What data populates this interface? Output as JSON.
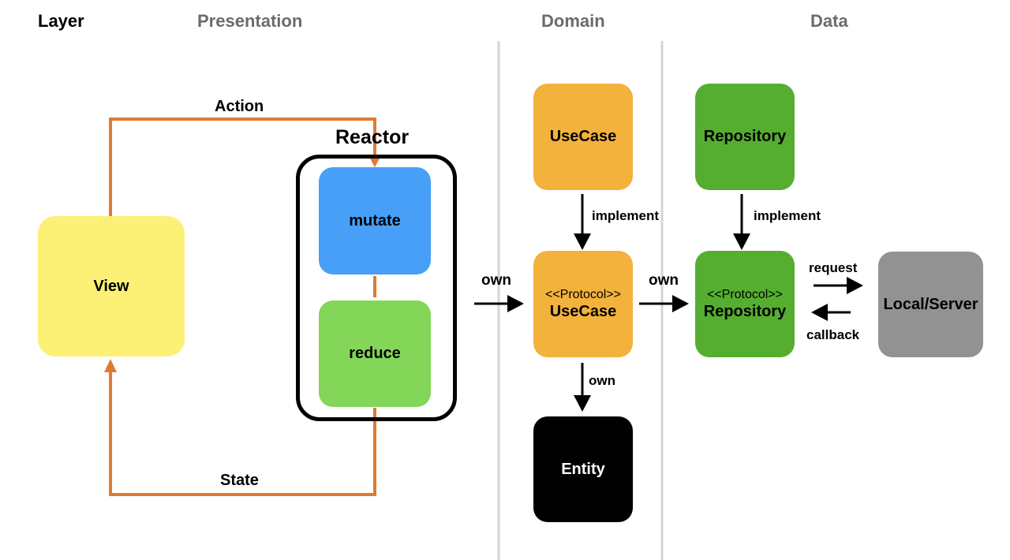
{
  "headers": {
    "layer": "Layer",
    "presentation": "Presentation",
    "domain": "Domain",
    "data": "Data"
  },
  "presentation": {
    "view": "View",
    "reactor_title": "Reactor",
    "mutate": "mutate",
    "reduce": "reduce",
    "action_label": "Action",
    "state_label": "State",
    "own_label": "own"
  },
  "domain": {
    "usecase": "UseCase",
    "implement_label": "implement",
    "protocol_tag": "<<Protocol>>",
    "protocol_usecase": "UseCase",
    "own_entity_label": "own",
    "entity": "Entity",
    "own_label": "own"
  },
  "data_layer": {
    "repository": "Repository",
    "implement_label": "implement",
    "protocol_tag": "<<Protocol>>",
    "protocol_repository": "Repository",
    "request_label": "request",
    "callback_label": "callback",
    "local_server": "Local/Server"
  },
  "colors": {
    "view": "#fcf176",
    "mutate": "#479ff8",
    "reduce": "#83d657",
    "usecase": "#f2b23c",
    "repository": "#55ae30",
    "local_server": "#929292",
    "entity": "#000000",
    "flow_line": "#e07a33",
    "divider": "#d4d4d4"
  }
}
